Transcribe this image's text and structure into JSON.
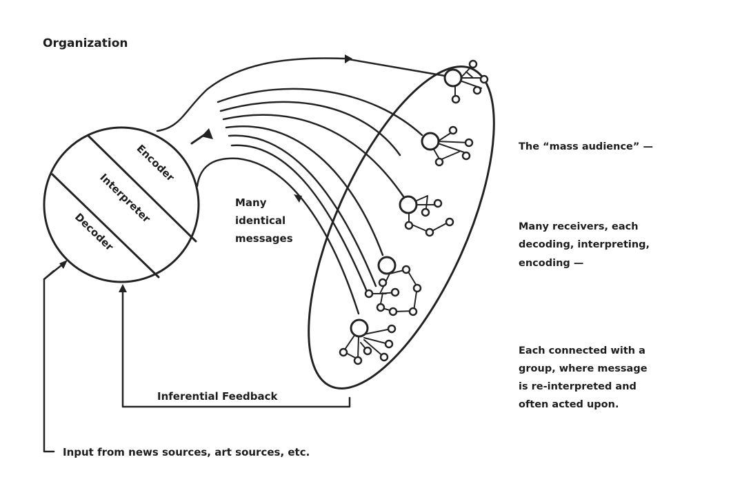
{
  "title": "Organization",
  "source_circle": {
    "sections": [
      "Encoder",
      "Interpreter",
      "Decoder"
    ]
  },
  "messages_label": [
    "Many",
    "identical",
    "messages"
  ],
  "feedback_label": "Inferential Feedback",
  "input_label": "Input from news sources, art sources, etc.",
  "side_notes": {
    "mass_audience": "The “mass audience” —",
    "receivers": [
      "Many receivers, each",
      "decoding, interpreting,",
      "encoding —"
    ],
    "groups": [
      "Each connected with a",
      "group, where message",
      "is re-interpreted and",
      "often acted upon."
    ]
  },
  "receivers_count": 5,
  "message_line_count": 8,
  "colors": {
    "ink": "#222222",
    "background": "#ffffff"
  }
}
